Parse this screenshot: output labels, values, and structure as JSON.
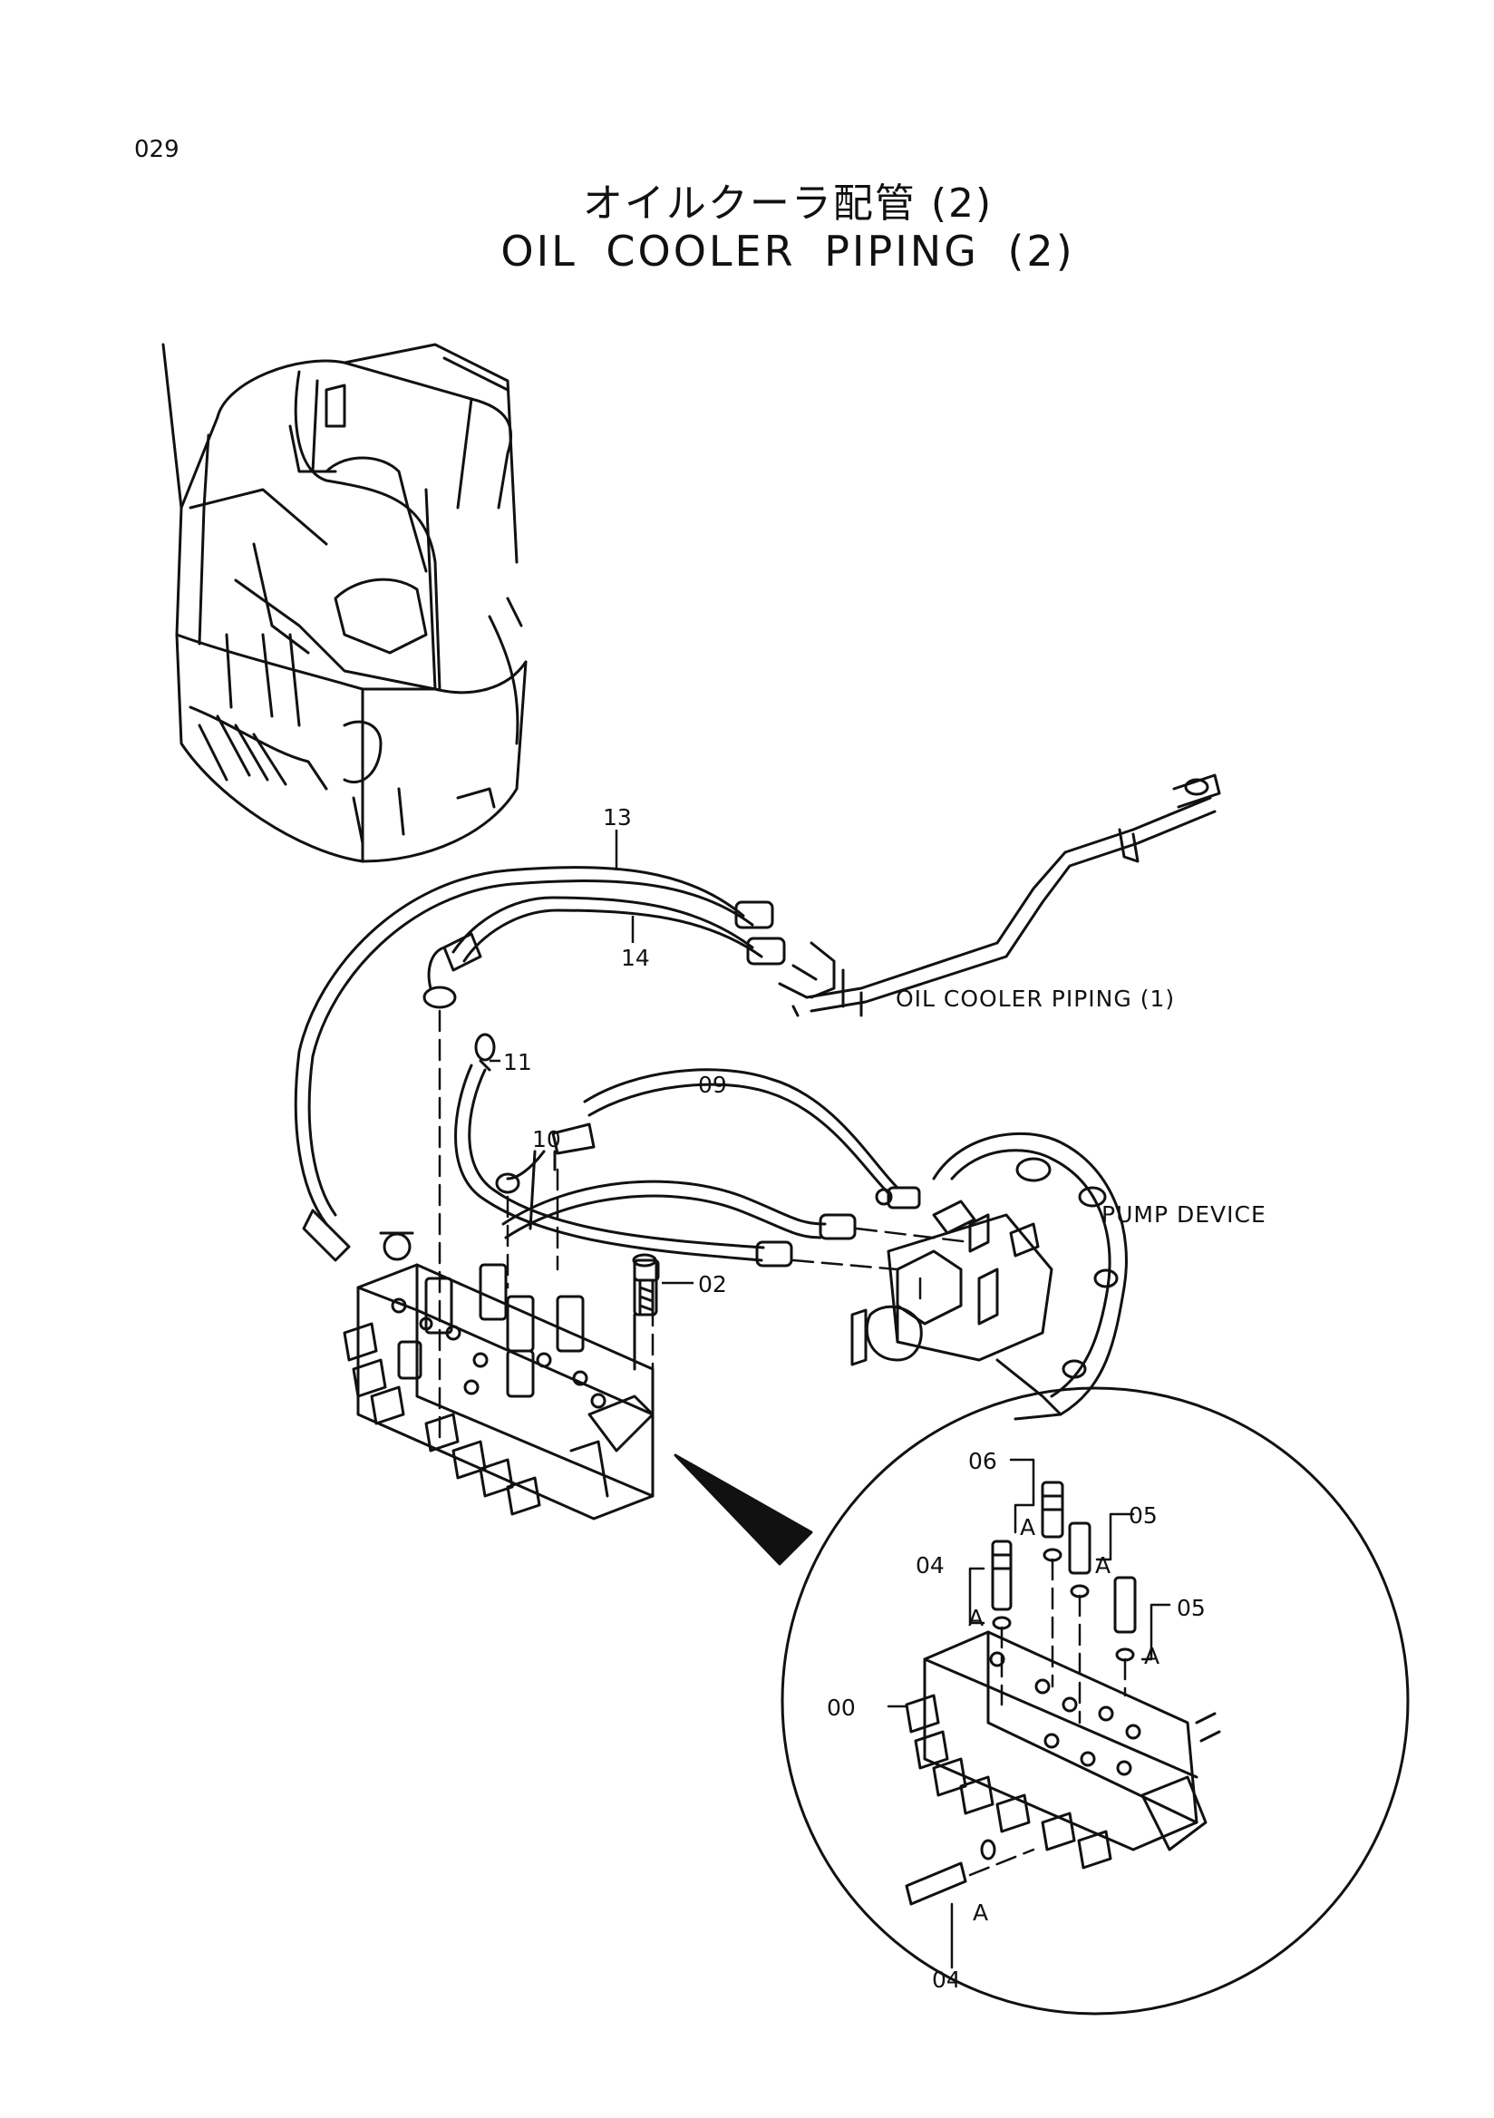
{
  "page_number": "029",
  "title_jp": "オイルクーラ配管 (2)",
  "title_en": "OIL  COOLER  PIPING (2)",
  "labels": {
    "p13": "13",
    "p14": "14",
    "p11": "11",
    "p10": "10",
    "p09": "09",
    "p02": "02",
    "ref_piping1": "OIL COOLER PIPING (1)",
    "ref_pump": "PUMP DEVICE"
  },
  "detail_labels": {
    "d06": "06",
    "d05a": "05",
    "d04a": "04",
    "d05b": "05",
    "d00": "00",
    "d04b": "04",
    "a1": "A",
    "a2": "A",
    "a3": "A",
    "a4": "A",
    "a5": "A"
  }
}
